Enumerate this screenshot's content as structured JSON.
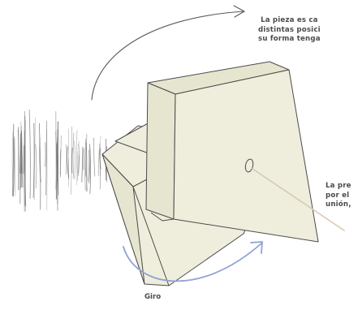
{
  "annotations": {
    "top_note": {
      "lines": [
        "La pieza es ca",
        "distintas posici",
        "su forma tenga"
      ]
    },
    "right_note": {
      "lines": [
        "La pre",
        "por el",
        "unión,"
      ]
    },
    "rotation_label": "Giro"
  },
  "colors": {
    "piece_fill": "#efeedd",
    "piece_fill_shade": "#e6e5cf",
    "outline": "#4b4b4b",
    "rotation_arrow": "#8fa2d6",
    "top_arrow": "#5a5a5a",
    "pointer_line": "#d8c9b0",
    "hatching": "#6e6e6e"
  }
}
